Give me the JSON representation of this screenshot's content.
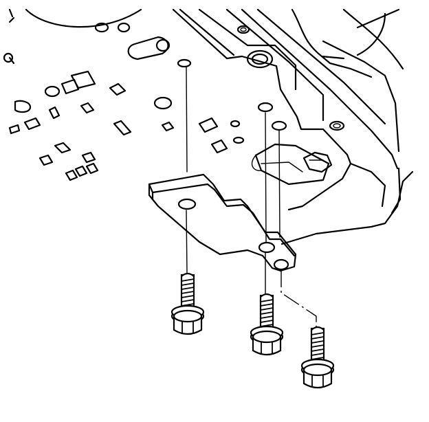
{
  "diagram": {
    "kind": "exploded-view line drawing",
    "colors": {
      "line": "#000000",
      "background": "#ffffff"
    },
    "fastener_count": 3,
    "parts": [
      "housing-casting",
      "mounting-bracket",
      "flange-bolt"
    ]
  }
}
